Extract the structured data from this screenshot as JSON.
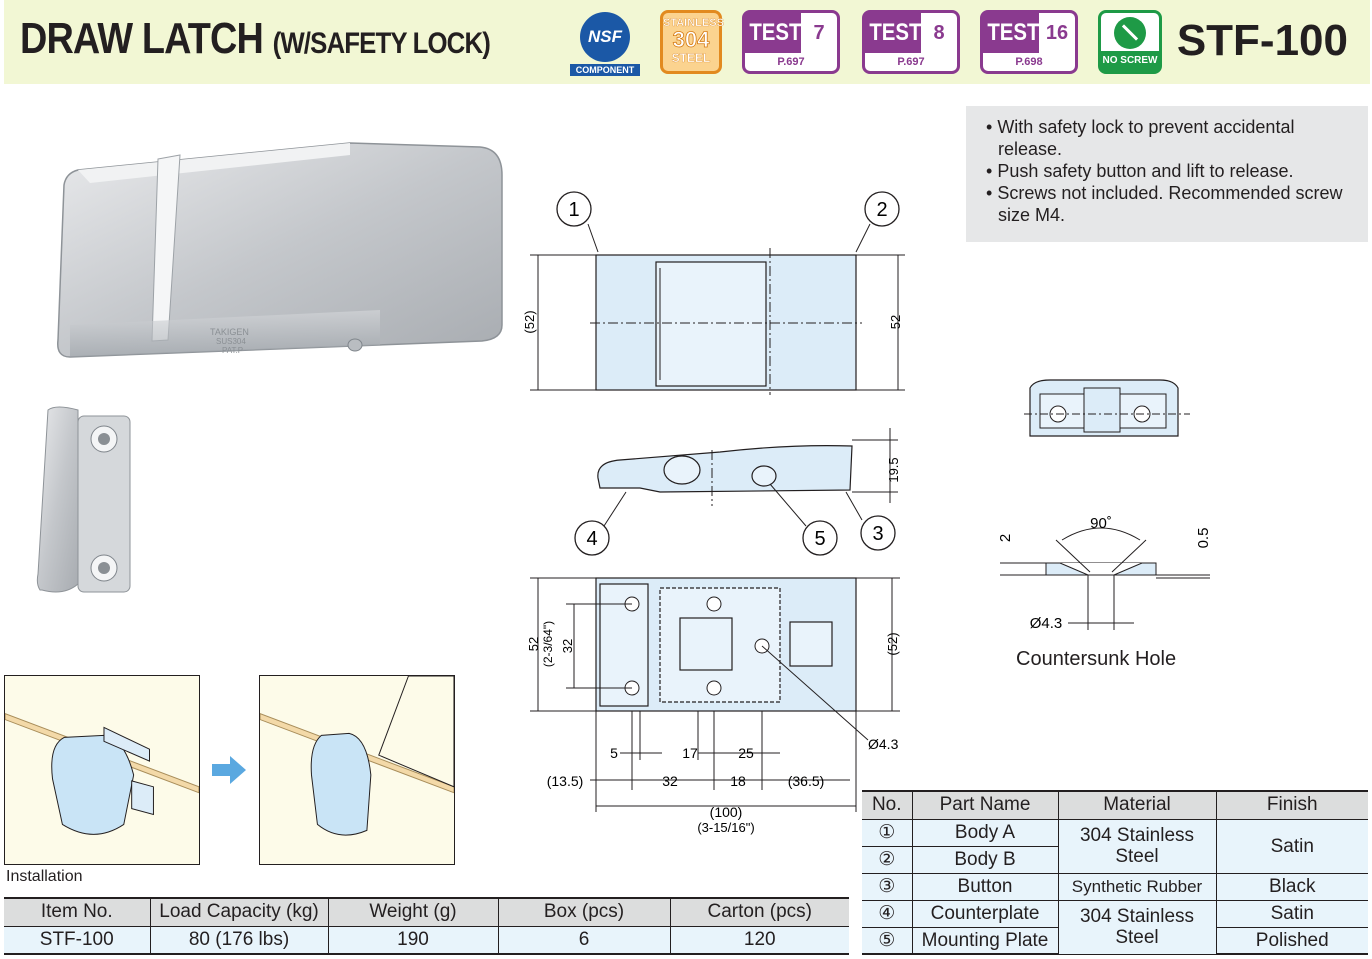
{
  "header": {
    "title": "DRAW LATCH",
    "title_sub": "(W/SAFETY LOCK)",
    "model": "STF-100",
    "badges": {
      "nsf": {
        "logo": "NSF",
        "label": "COMPONENT"
      },
      "stainless": {
        "line1": "STAINLESS",
        "line2": "304",
        "line3": "STEEL"
      },
      "tests": [
        {
          "label": "TEST",
          "num": "7",
          "page": "P.697"
        },
        {
          "label": "TEST",
          "num": "8",
          "page": "P.697"
        },
        {
          "label": "TEST",
          "num": "16",
          "page": "P.698"
        }
      ],
      "noscrew": {
        "label": "NO SCREW"
      }
    }
  },
  "features": [
    "With safety lock to prevent accidental release.",
    "Push safety button and lift to release.",
    "Screws not included. Recommended screw size M4."
  ],
  "photo": {
    "engraving_1": "TAKIGEN",
    "engraving_2": "SUS304",
    "engraving_3": "PAT.P"
  },
  "drawing": {
    "callouts": [
      "1",
      "2",
      "3",
      "4",
      "5"
    ],
    "dims": {
      "top_height_left": "(52)",
      "top_height_right": "52",
      "side_height": "19.5",
      "bottom_height_left": "52",
      "bottom_height_left_inch": "(2-3/64\")",
      "bottom_hole_pitch": "32",
      "bottom_height_right": "(52)",
      "hole_dia": "Ø4.3",
      "d5": "5",
      "d17": "17",
      "d25": "25",
      "d13_5": "(13.5)",
      "d32": "32",
      "d18": "18",
      "d36_5": "(36.5)",
      "d100": "(100)",
      "d100_inch": "(3-15/16\")"
    },
    "countersink": {
      "angle": "90˚",
      "depth": "2",
      "offset": "0.5",
      "dia": "Ø4.3",
      "label": "Countersunk Hole"
    }
  },
  "installation": {
    "label": "Installation"
  },
  "spec_table": {
    "headers": [
      "Item No.",
      "Load Capacity (kg)",
      "Weight (g)",
      "Box (pcs)",
      "Carton (pcs)"
    ],
    "row": [
      "STF-100",
      "80 (176 lbs)",
      "190",
      "6",
      "120"
    ]
  },
  "parts_table": {
    "headers": [
      "No.",
      "Part Name",
      "Material",
      "Finish"
    ],
    "rows": [
      {
        "no": "①",
        "name": "Body A"
      },
      {
        "no": "②",
        "name": "Body B"
      },
      {
        "no": "③",
        "name": "Button"
      },
      {
        "no": "④",
        "name": "Counterplate"
      },
      {
        "no": "⑤",
        "name": "Mounting Plate"
      }
    ],
    "material_1": "304 Stainless Steel",
    "material_2": "Synthetic Rubber",
    "material_3": "304 Stainless Steel",
    "finish_1": "Satin",
    "finish_2": "Black",
    "finish_3": "Satin",
    "finish_4": "Polished"
  },
  "colors": {
    "header_bg": "#f2f7d4",
    "drawing_fill": "#dcecf8",
    "table_header": "#dcdddd",
    "table_cell": "#e8f4fb"
  }
}
